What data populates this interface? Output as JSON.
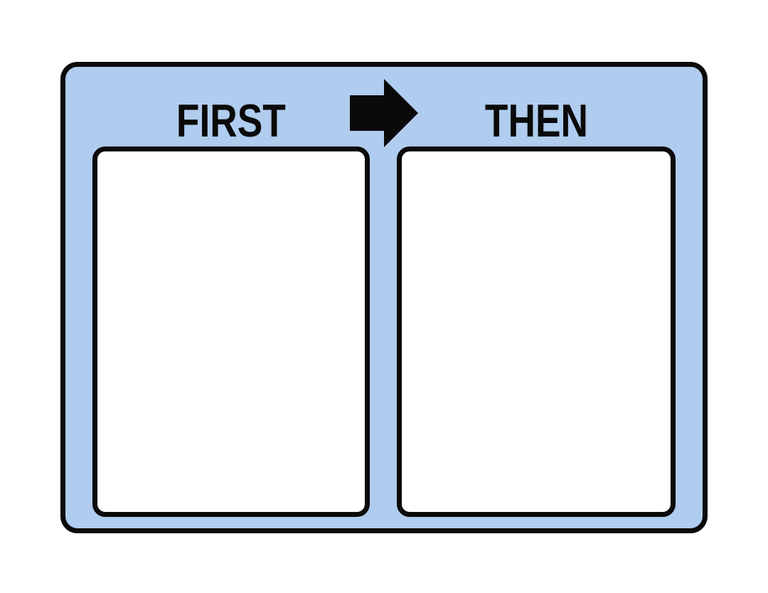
{
  "board": {
    "first_label": "FIRST",
    "then_label": "THEN",
    "arrow_icon": "solid-right-arrow",
    "colors": {
      "page_bg": "#ffffff",
      "board_fill": "#b0ccee",
      "panel_fill": "#ffffff",
      "outline": "#0a0a0a",
      "label_text": "#0a0a0a",
      "arrow_fill": "#0a0a0a"
    }
  }
}
